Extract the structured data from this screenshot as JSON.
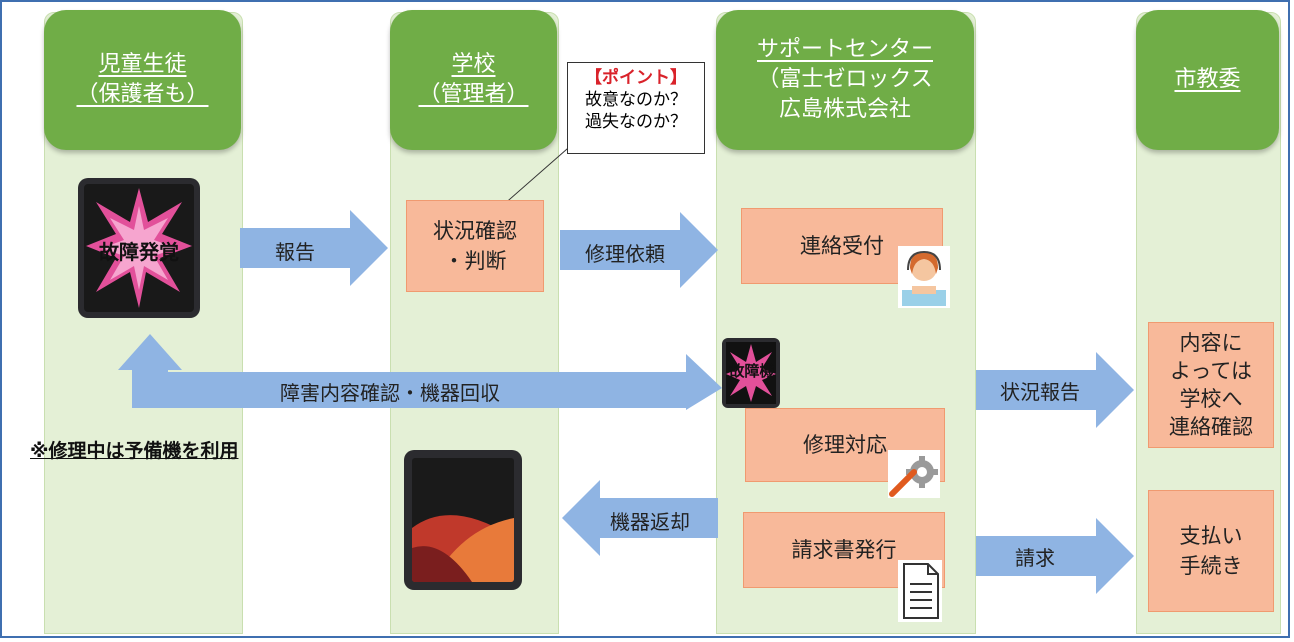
{
  "lanes": [
    {
      "id": "students",
      "title_lines": [
        "児童生徒",
        "（保護者も）"
      ]
    },
    {
      "id": "school",
      "title_lines": [
        "学校",
        "（管理者）"
      ]
    },
    {
      "id": "support",
      "title_lines": [
        "サポートセンター",
        "（富士ゼロックス",
        "広島株式会社"
      ]
    },
    {
      "id": "board",
      "title_lines": [
        "市教委"
      ]
    }
  ],
  "callout": {
    "title": "【ポイント】",
    "lines": [
      "故意なのか？",
      "過失なのか？"
    ]
  },
  "boxes": {
    "fault_found": "故障発覚",
    "status_judge": [
      "状況確認",
      "・判断"
    ],
    "contact_reception": "連絡受付",
    "broken_device": "故障機",
    "repair": "修理対応",
    "invoice": "請求書発行",
    "contact_check": [
      "内容に",
      "よっては",
      "学校へ",
      "連絡確認"
    ],
    "payment": [
      "支払い",
      "手続き"
    ]
  },
  "arrows": {
    "report": "報告",
    "repair_request": "修理依頼",
    "collect": "障害内容確認・機器回収",
    "status_report": "状況報告",
    "return": "機器返却",
    "billing": "請求"
  },
  "note": "※修理中は予備機を利用",
  "colors": {
    "lane_bg": "#e4f0d6",
    "lane_head": "#70ad47",
    "box": "#f8b99a",
    "arrow": "#8fb4e3",
    "callout_title": "#d9222a"
  }
}
